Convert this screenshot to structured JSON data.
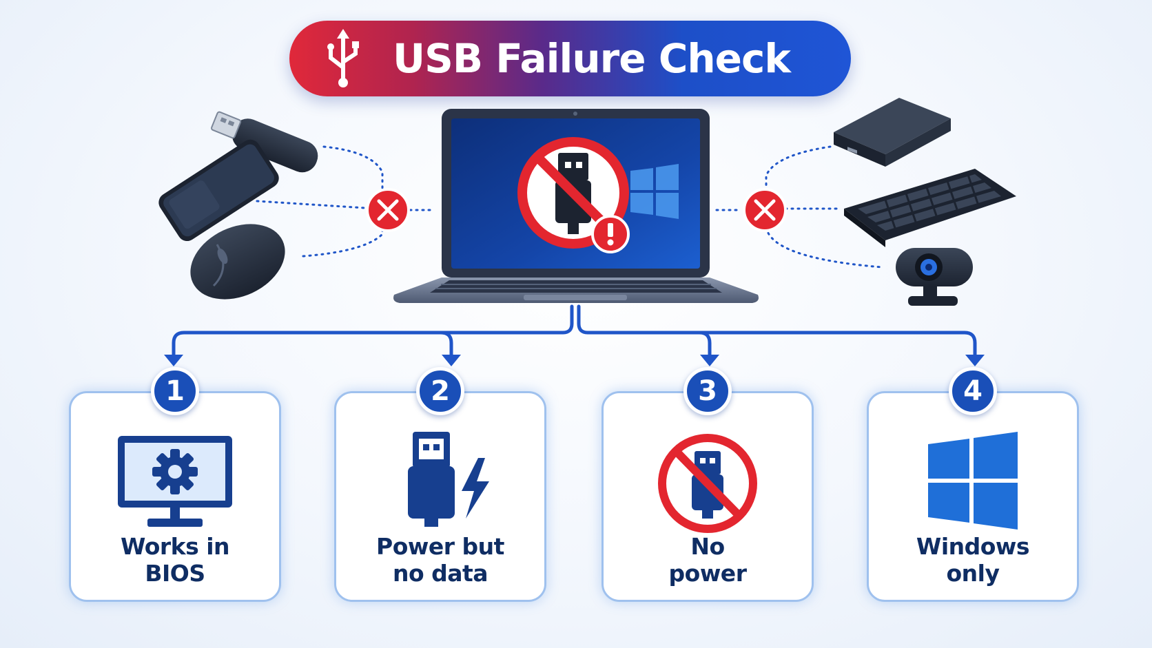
{
  "title": "USB Failure Check",
  "colors": {
    "navy": "#0f2d63",
    "blue": "#1a4fb8",
    "accent_blue": "#1f6fd8",
    "red": "#e3262f",
    "card_border": "#9fc1ee"
  },
  "devices_left": [
    "usb-flash-drive",
    "smartphone",
    "mouse"
  ],
  "devices_right": [
    "external-hard-drive",
    "keyboard",
    "webcam"
  ],
  "cards": [
    {
      "number": "1",
      "icon": "monitor-gear-icon",
      "line1": "Works in",
      "line2": "BIOS"
    },
    {
      "number": "2",
      "icon": "usb-plug-lightning-icon",
      "line1": "Power but",
      "line2": "no data"
    },
    {
      "number": "3",
      "icon": "usb-prohibited-icon",
      "line1": "No",
      "line2": "power"
    },
    {
      "number": "4",
      "icon": "windows-logo-icon",
      "line1": "Windows",
      "line2": "only"
    }
  ]
}
